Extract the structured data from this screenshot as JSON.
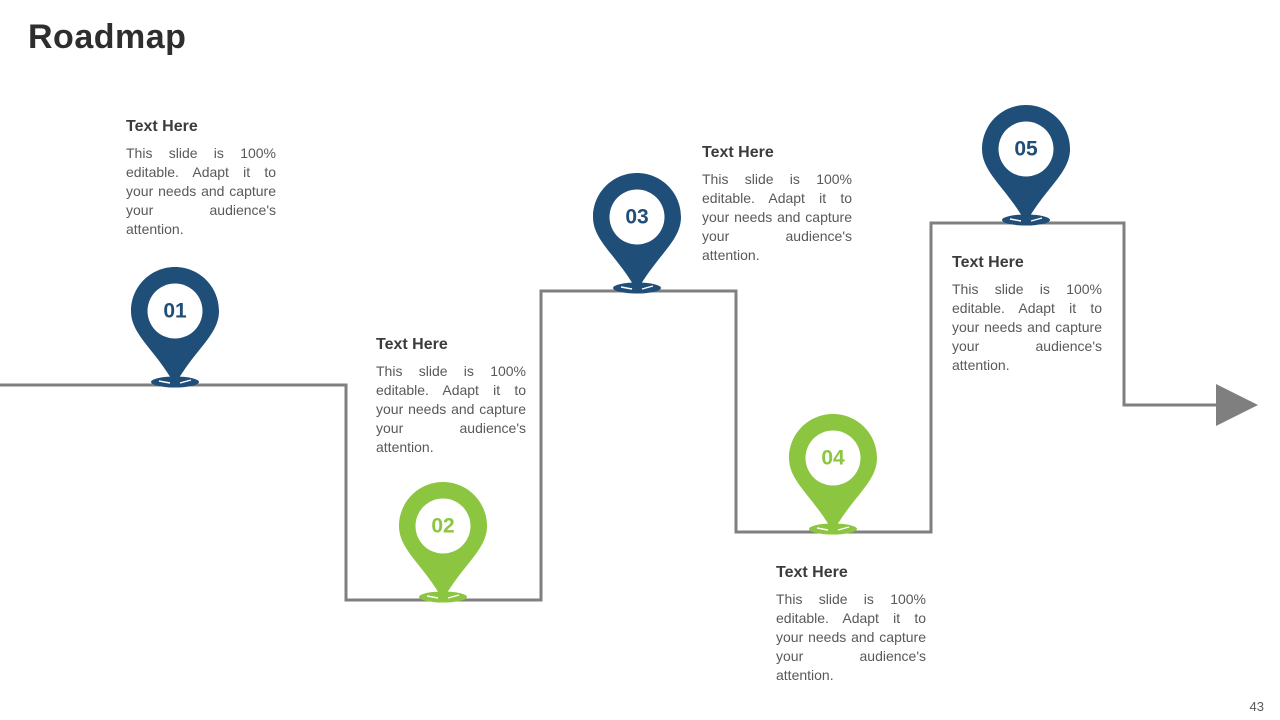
{
  "slide": {
    "title": "Roadmap",
    "page_number": "43"
  },
  "colors": {
    "pin_blue": "#1F4E79",
    "pin_green": "#8CC540",
    "path_gray": "#7F7F7F",
    "heading_text": "#3B3B3B",
    "body_text": "#595959"
  },
  "milestones": [
    {
      "number": "01",
      "color": "#1F4E79",
      "title": "Text Here",
      "description": "This slide is 100% editable. Adapt it to your needs and capture your audience's attention."
    },
    {
      "number": "02",
      "color": "#8CC540",
      "title": "Text Here",
      "description": "This slide is 100% editable. Adapt it to your needs and capture your audience's attention."
    },
    {
      "number": "03",
      "color": "#1F4E79",
      "title": "Text Here",
      "description": "This slide is 100% editable. Adapt it to your needs and capture your audience's attention."
    },
    {
      "number": "04",
      "color": "#8CC540",
      "title": "Text Here",
      "description": "This slide is 100% editable. Adapt it to your needs and capture your audience's attention."
    },
    {
      "number": "05",
      "color": "#1F4E79",
      "title": "Text Here",
      "description": "This slide is 100% editable. Adapt it to your needs and capture your audience's attention."
    }
  ]
}
